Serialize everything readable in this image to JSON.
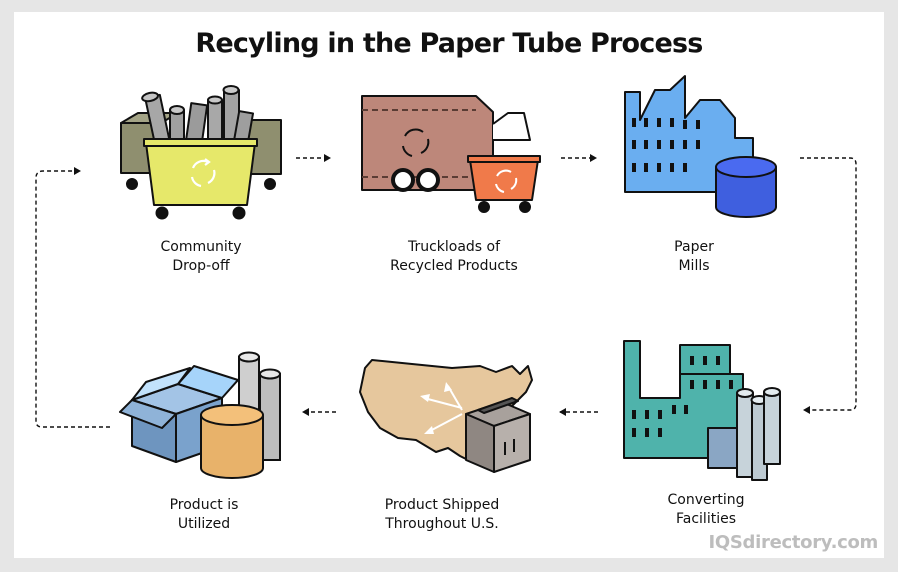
{
  "title": "Recyling in the Paper Tube Process",
  "steps": [
    {
      "line1": "Community",
      "line2": "Drop-off"
    },
    {
      "line1": "Truckloads of",
      "line2": "Recycled Products"
    },
    {
      "line1": "Paper",
      "line2": "Mills"
    },
    {
      "line1": "Converting",
      "line2": "Facilities"
    },
    {
      "line1": "Product Shipped",
      "line2": "Throughout U.S."
    },
    {
      "line1": "Product is",
      "line2": "Utilized"
    }
  ],
  "watermark": "IQSdirectory.com"
}
